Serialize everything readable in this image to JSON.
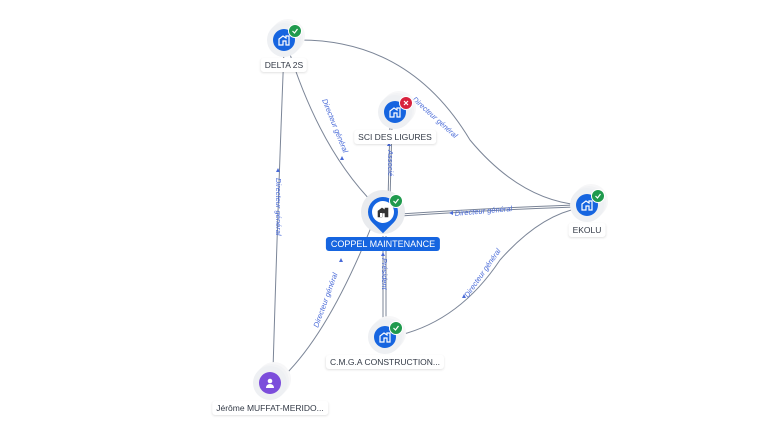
{
  "colors": {
    "company": "#1665e0",
    "person": "#7c4ddb",
    "active_badge": "#1f9a4d",
    "inactive_badge": "#d8223d",
    "edge": "#7b8597",
    "edge_label": "#4a6bd8"
  },
  "nodes": {
    "center": {
      "label": "COPPEL MAINTENANCE",
      "type": "company",
      "status": "active",
      "icon": "building-icon"
    },
    "delta": {
      "label": "DELTA 2S",
      "type": "company",
      "status": "active",
      "icon": "building-icon"
    },
    "sci": {
      "label": "SCI DES LIGURES",
      "type": "company",
      "status": "closed",
      "icon": "building-icon"
    },
    "ekolu": {
      "label": "EKOLU",
      "type": "company",
      "status": "active",
      "icon": "building-icon"
    },
    "cmga": {
      "label": "C.M.G.A CONSTRUCTION...",
      "type": "company",
      "status": "active",
      "icon": "building-icon"
    },
    "jerome": {
      "label": "Jérôme MUFFAT-MERIDO...",
      "type": "person",
      "icon": "person-icon"
    }
  },
  "edges": [
    {
      "from": "delta",
      "to": "center",
      "label": "Directeur général"
    },
    {
      "from": "jerome",
      "to": "delta",
      "label": "Directeur général"
    },
    {
      "from": "delta",
      "to": "ekolu",
      "label": "Directeur général"
    },
    {
      "from": "sci",
      "to": "center",
      "label": "Associé"
    },
    {
      "from": "center",
      "to": "ekolu",
      "label": "Directeur général"
    },
    {
      "from": "cmga",
      "to": "center",
      "label": "Président"
    },
    {
      "from": "cmga",
      "to": "ekolu",
      "label": "Directeur général"
    },
    {
      "from": "jerome",
      "to": "center",
      "label": "Directeur général"
    }
  ]
}
